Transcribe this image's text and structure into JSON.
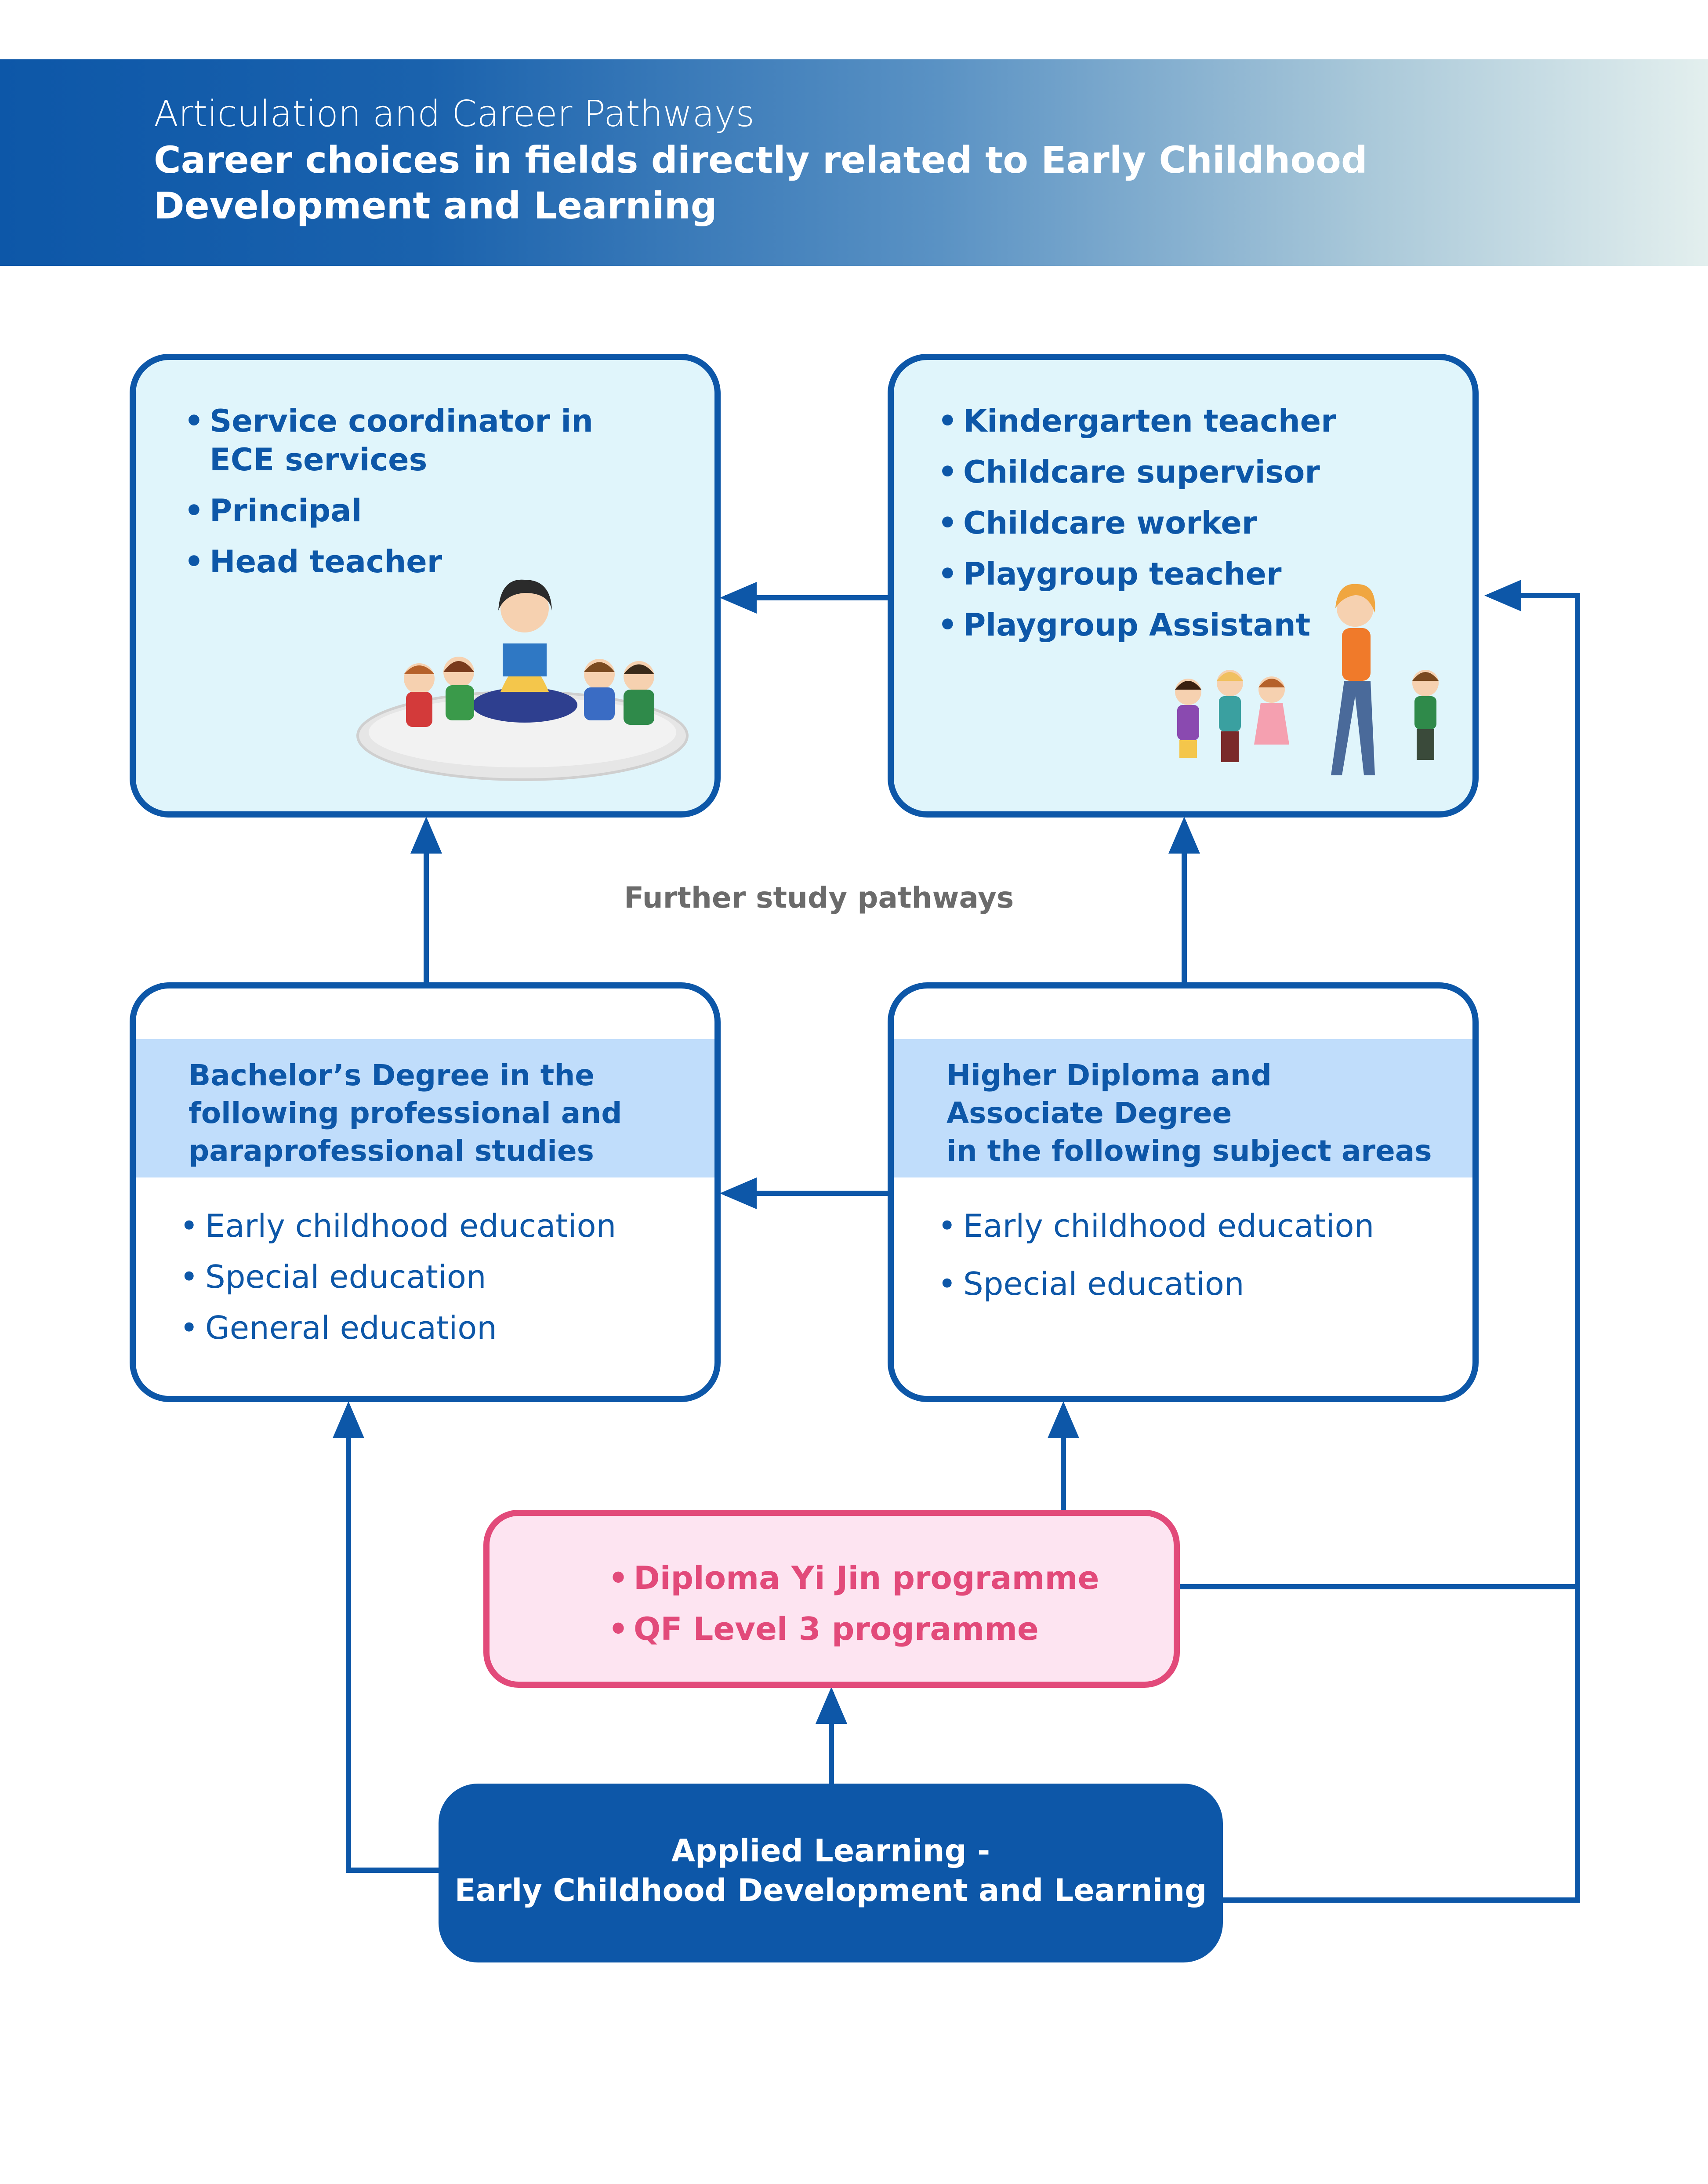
{
  "header": {
    "subtitle": "Articulation and Career Pathways",
    "title": "Career choices in fields directly related to Early Childhood Development and Learning"
  },
  "senior_careers": {
    "items": [
      "Service coordinator in ECE services",
      "Principal",
      "Head teacher"
    ],
    "illustration": "teacher-reading-to-children"
  },
  "entry_careers": {
    "items": [
      "Kindergarten teacher",
      "Childcare supervisor",
      "Childcare worker",
      "Playgroup teacher",
      "Playgroup Assistant"
    ],
    "illustration": "teacher-walking-with-children"
  },
  "further_study_label": "Further study pathways",
  "bachelor": {
    "heading_lines": [
      "Bachelor’s Degree in the",
      "following professional and",
      "paraprofessional studies"
    ],
    "items": [
      "Early childhood education",
      "Special education",
      "General education"
    ]
  },
  "higher_diploma": {
    "heading_lines": [
      "Higher Diploma and",
      "Associate Degree",
      "in the following subject areas"
    ],
    "items": [
      "Early childhood education",
      "Special education"
    ]
  },
  "diploma": {
    "items": [
      "Diploma Yi Jin programme",
      "QF Level 3 programme"
    ]
  },
  "applied_learning": {
    "line1": "Applied Learning -",
    "line2": "Early Childhood Development and Learning"
  },
  "colors": {
    "primary_blue": "#0d57a8",
    "light_cyan": "#e0f5fb",
    "band_blue": "#c0ddfb",
    "pink": "#e24a7a",
    "pink_fill": "#fde4f1",
    "grey_text": "#6b6b6b"
  }
}
